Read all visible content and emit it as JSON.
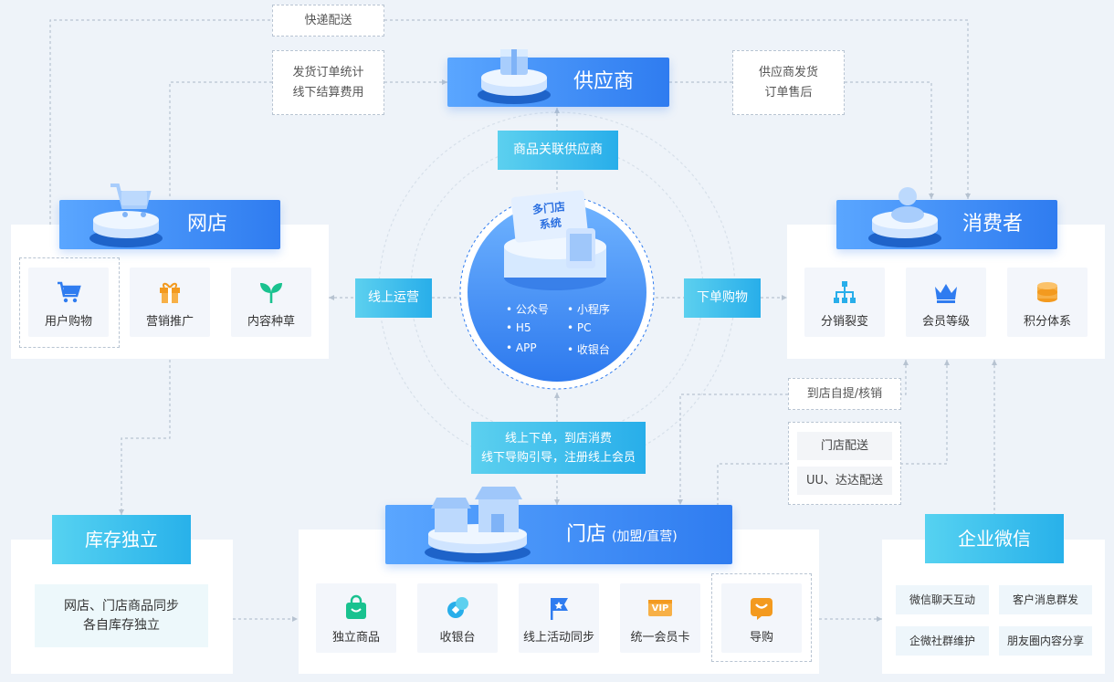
{
  "express": "快递配送",
  "ship_stats": [
    "发货订单统计",
    "线下结算费用"
  ],
  "supplier_ship": [
    "供应商发货",
    "订单售后"
  ],
  "supplier": {
    "title": "供应商"
  },
  "goods_link": "商品关联供应商",
  "online_ops": "线上运营",
  "order_buy": "下单购物",
  "center": {
    "sign": [
      "多门店",
      "系统"
    ],
    "items": [
      "公众号",
      "小程序",
      "H5",
      "PC",
      "APP",
      "收银台"
    ]
  },
  "online_order": [
    "线上下单，到店消费",
    "线下导购引导，注册线上会员"
  ],
  "shop": {
    "title": "网店",
    "cards": [
      "用户购物",
      "营销推广",
      "内容种草"
    ]
  },
  "consumer": {
    "title": "消费者",
    "cards": [
      "分销裂变",
      "会员等级",
      "积分体系"
    ]
  },
  "pickup": "到店自提/核销",
  "delivery": [
    "门店配送",
    "UU、达达配送"
  ],
  "store": {
    "title": "门店",
    "subtitle": "(加盟/直营)",
    "cards": [
      "独立商品",
      "收银台",
      "线上活动同步",
      "统一会员卡",
      "导购"
    ],
    "vip": "VIP"
  },
  "inventory": {
    "title": "库存独立",
    "desc": [
      "网店、门店商品同步",
      "各自库存独立"
    ]
  },
  "wecom": {
    "title": "企业微信",
    "items": [
      "微信聊天互动",
      "客户消息群发",
      "企微社群维护",
      "朋友圈内容分享"
    ]
  },
  "colors": {
    "primary": "#2f7cf0",
    "accent": "#28aeea",
    "orange": "#f39a1f",
    "green": "#19c28f"
  }
}
